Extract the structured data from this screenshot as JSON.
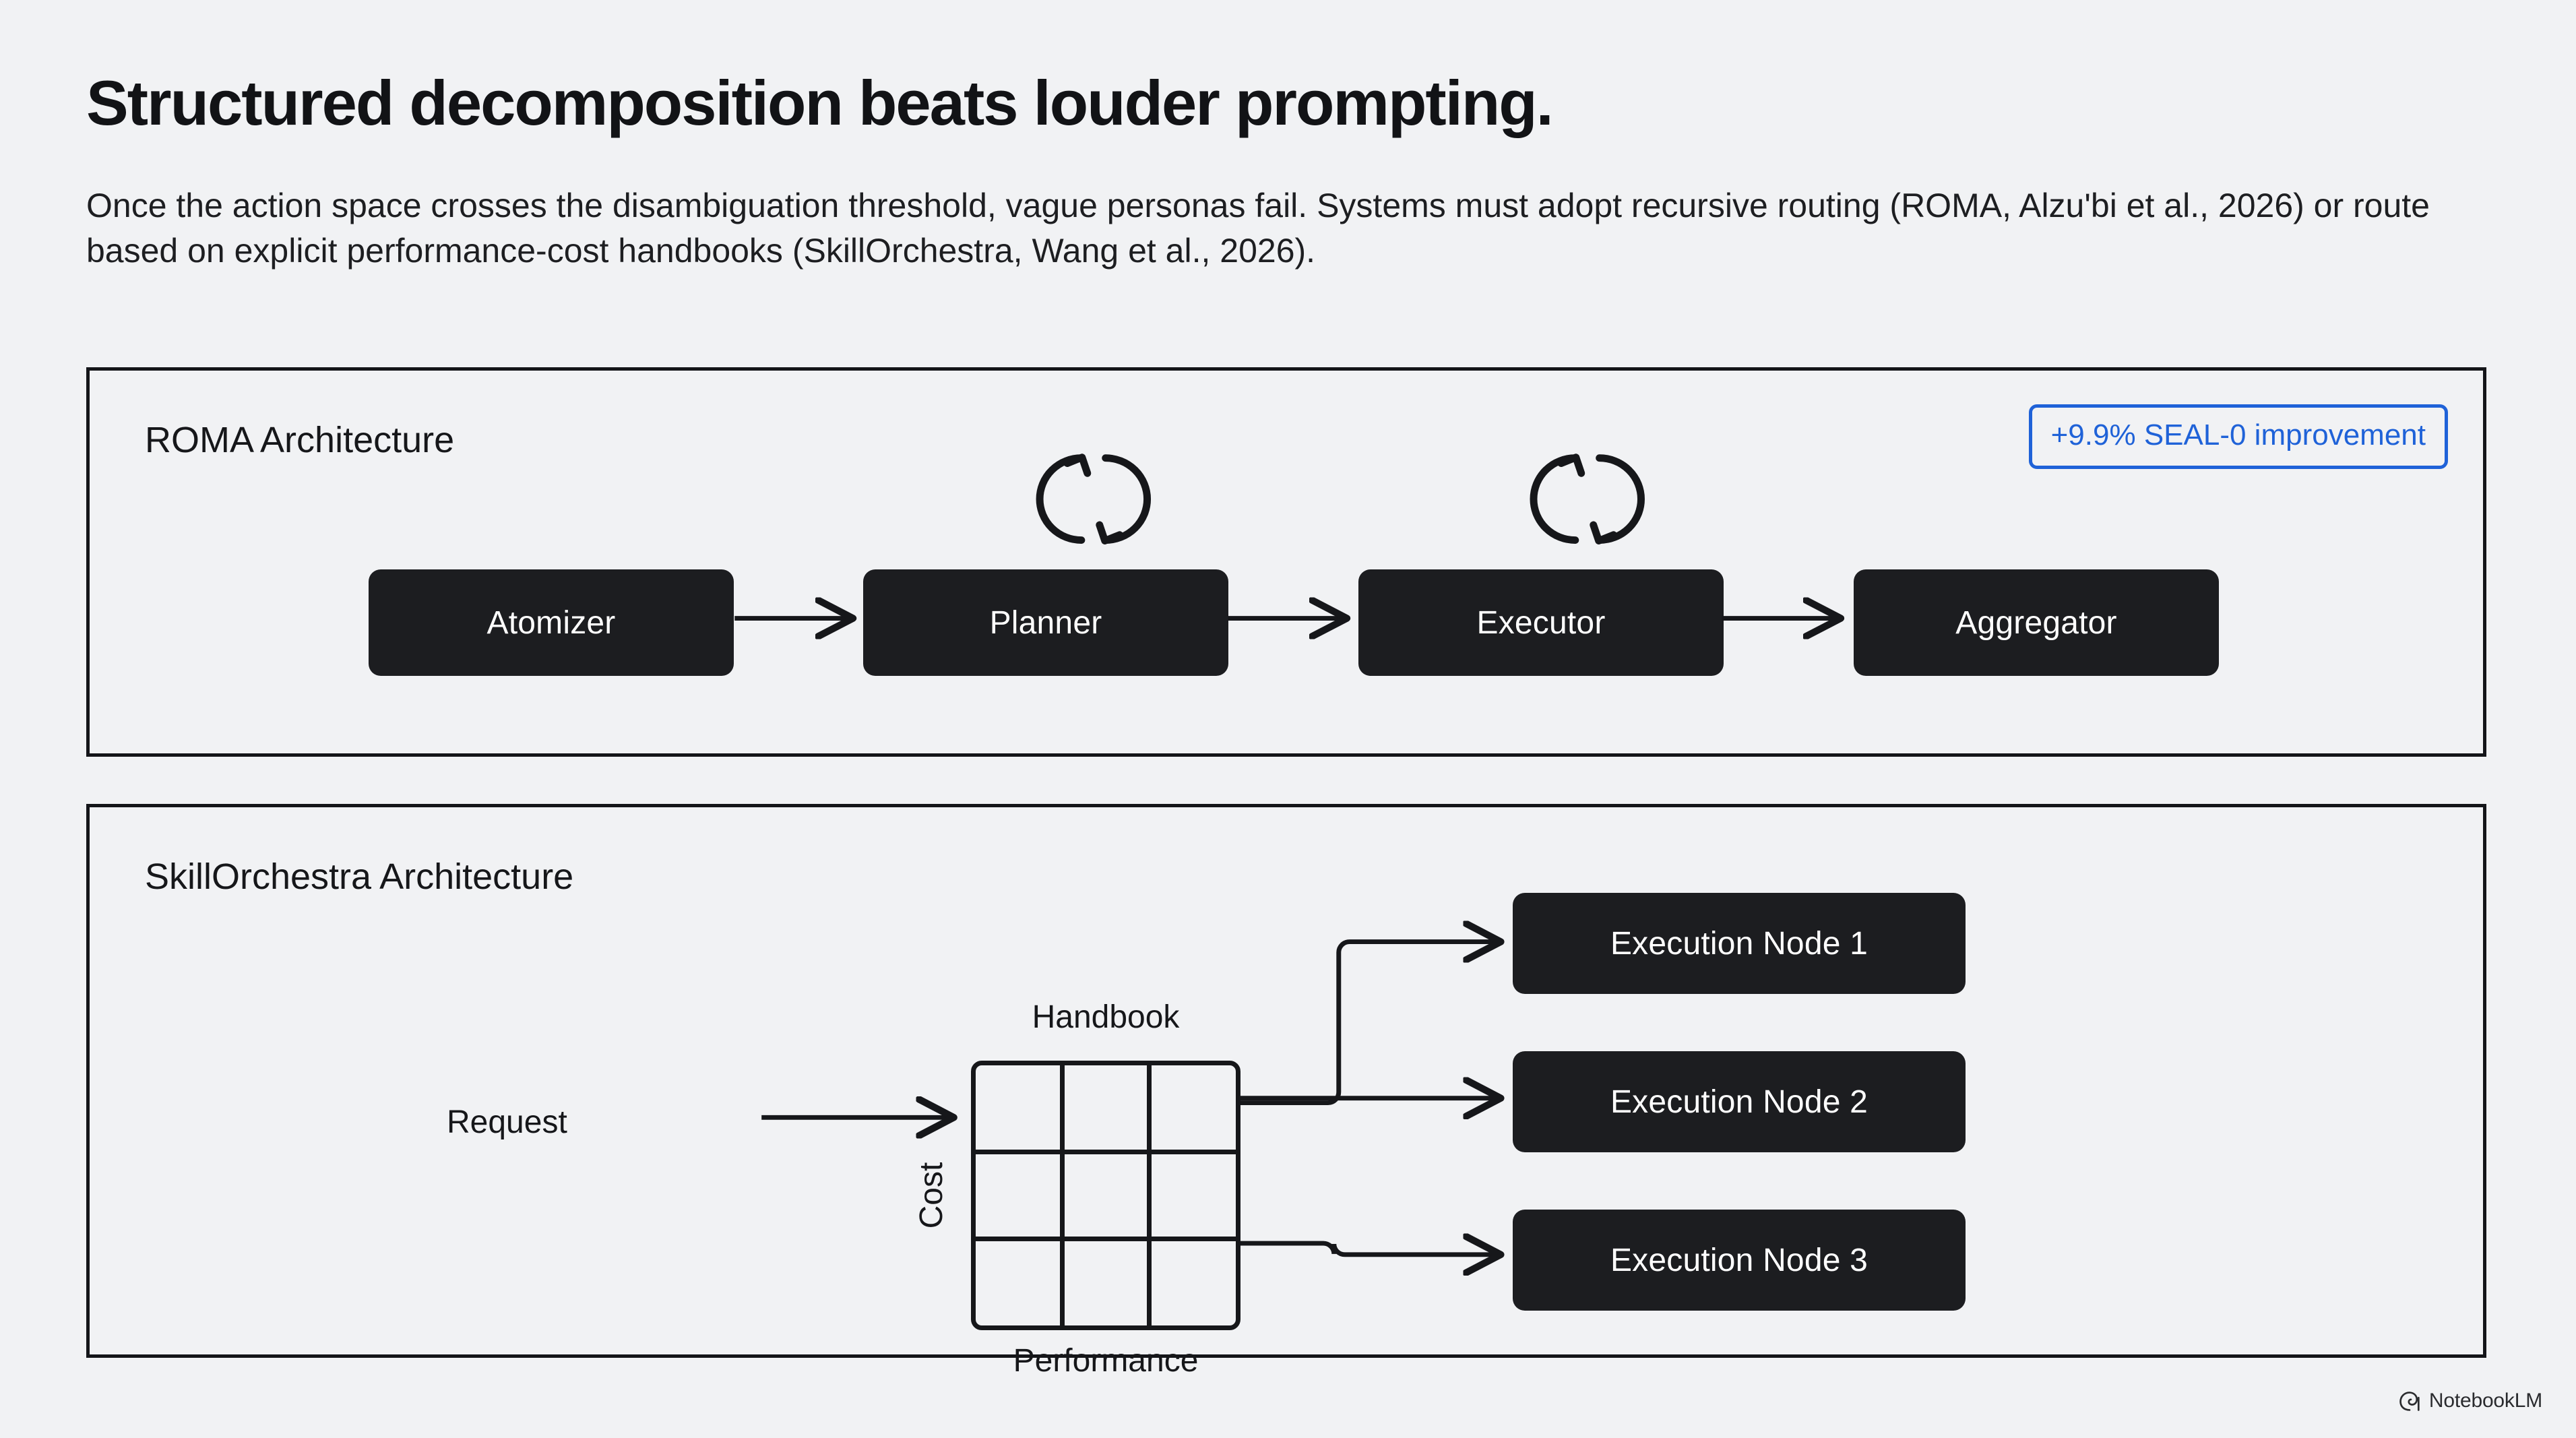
{
  "slide": {
    "title": "Structured decomposition beats louder prompting.",
    "subtitle": "Once the action space crosses the disambiguation threshold, vague personas fail. Systems must adopt recursive routing (ROMA, Alzu'bi et al., 2026) or route based on explicit performance-cost handbooks (SkillOrchestra, Wang et al., 2026).",
    "background_color": "#f1f2f4",
    "accent_color": "#1f62d8",
    "node_color": "#1c1d20"
  },
  "roma": {
    "panel_title": "ROMA Architecture",
    "badge": "+9.9% SEAL-0 improvement",
    "nodes": [
      {
        "label": "Atomizer"
      },
      {
        "label": "Planner"
      },
      {
        "label": "Executor"
      },
      {
        "label": "Aggregator"
      }
    ],
    "loop_icons": [
      {
        "over": "Planner"
      },
      {
        "over": "Executor"
      }
    ]
  },
  "skill": {
    "panel_title": "SkillOrchestra Architecture",
    "request_label": "Request",
    "matrix": {
      "top_label": "Handbook",
      "bottom_label": "Performance",
      "left_label": "Cost",
      "rows": 3,
      "cols": 3
    },
    "execution_nodes": [
      {
        "label": "Execution Node 1"
      },
      {
        "label": "Execution Node 2"
      },
      {
        "label": "Execution Node 3"
      }
    ]
  },
  "footer": {
    "watermark": "NotebookLM"
  }
}
